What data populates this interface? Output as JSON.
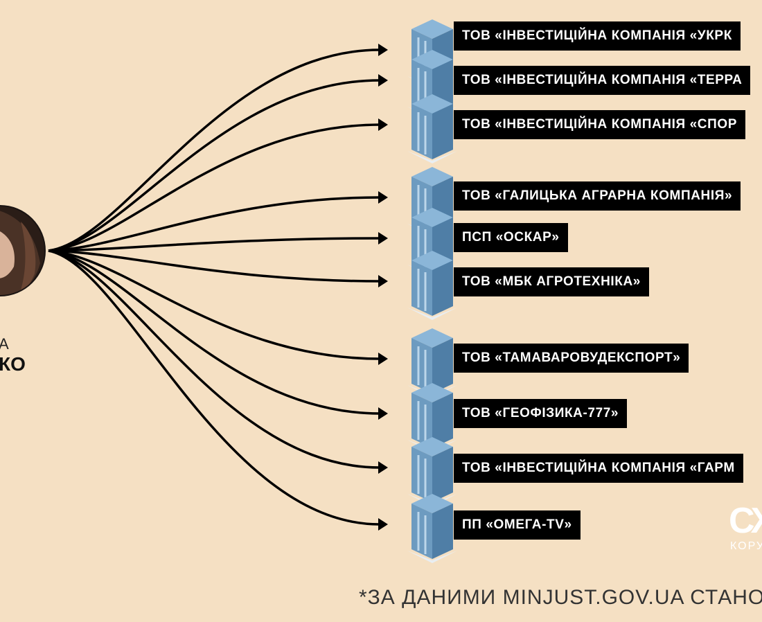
{
  "person": {
    "name_partial": "А",
    "surname_partial": "КО"
  },
  "companies": [
    {
      "label": "ТОВ «ІНВЕСТИЦІЙНА КОМПАНІЯ «УКРК"
    },
    {
      "label": "ТОВ «ІНВЕСТИЦІЙНА КОМПАНІЯ «ТЕРРА"
    },
    {
      "label": "ТОВ «ІНВЕСТИЦІЙНА КОМПАНІЯ «СПОР"
    },
    {
      "label": "ТОВ «ГАЛИЦЬКА АГРАРНА КОМПАНІЯ»"
    },
    {
      "label": "ПСП «ОСКАР»"
    },
    {
      "label": "ТОВ «МБК АГРОТЕХНІКА»"
    },
    {
      "label": "ТОВ «ТАМАВАРОВУДЕКСПОРТ»"
    },
    {
      "label": "ТОВ «ГЕОФІЗИКА-777»"
    },
    {
      "label": "ТОВ «ІНВЕСТИЦІЙНА КОМПАНІЯ «ГАРМ"
    },
    {
      "label": "ПП «ОМЕГА-TV»"
    }
  ],
  "footnote": "*ЗА ДАНИМИ MINJUST.GOV.UA СТАНОМ",
  "logo": {
    "mark": "СХ",
    "sub": "КОРУ"
  },
  "icons": {
    "company": "building-icon",
    "person": "person-photo",
    "link": "arrow-icon"
  },
  "colors": {
    "background": "#f5e0c3",
    "label_bg": "#000000",
    "label_text": "#ffffff",
    "building": "#6d9bc0"
  }
}
